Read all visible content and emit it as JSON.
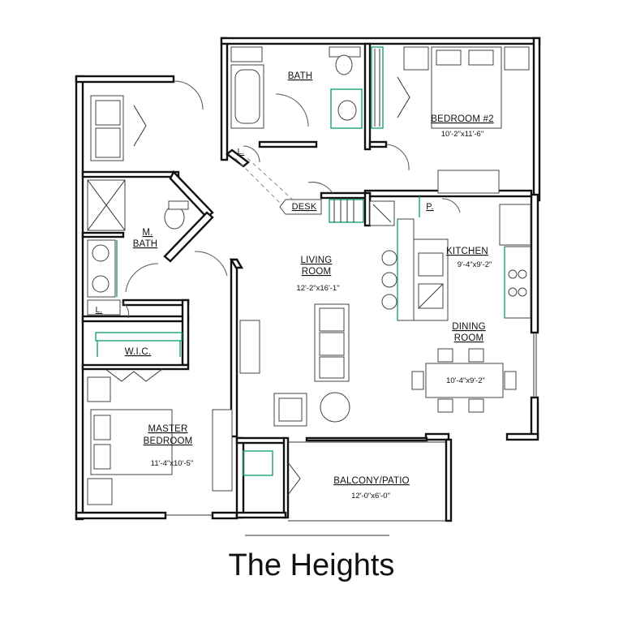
{
  "title": "The Heights",
  "rooms": {
    "bath": {
      "name": "BATH"
    },
    "bedroom2": {
      "name": "BEDROOM #2",
      "dims": "10'-2\"x11'-6\""
    },
    "m_bath": {
      "name_line1": "M.",
      "name_line2": "BATH"
    },
    "living": {
      "name_line1": "LIVING",
      "name_line2": "ROOM",
      "dims": "12'-2\"x16'-1\""
    },
    "kitchen": {
      "name": "KITCHEN",
      "dims": "9'-4\"x9'-2\""
    },
    "dining": {
      "name_line1": "DINING",
      "name_line2": "ROOM",
      "dims": "10'-4\"x9'-2\""
    },
    "wic": {
      "name": "W.I.C."
    },
    "master": {
      "name_line1": "MASTER",
      "name_line2": "BEDROOM",
      "dims": "11'-4\"x10'-5\""
    },
    "balcony": {
      "name": "BALCONY/PATIO",
      "dims": "12'-0\"x6'-0\""
    }
  },
  "labels": {
    "desk": "DESK",
    "pantry": "P.",
    "linen_upper": "L.",
    "linen_lower": "L."
  },
  "colors": {
    "walls": "#111111",
    "closet_accent": "#1aa37a"
  }
}
